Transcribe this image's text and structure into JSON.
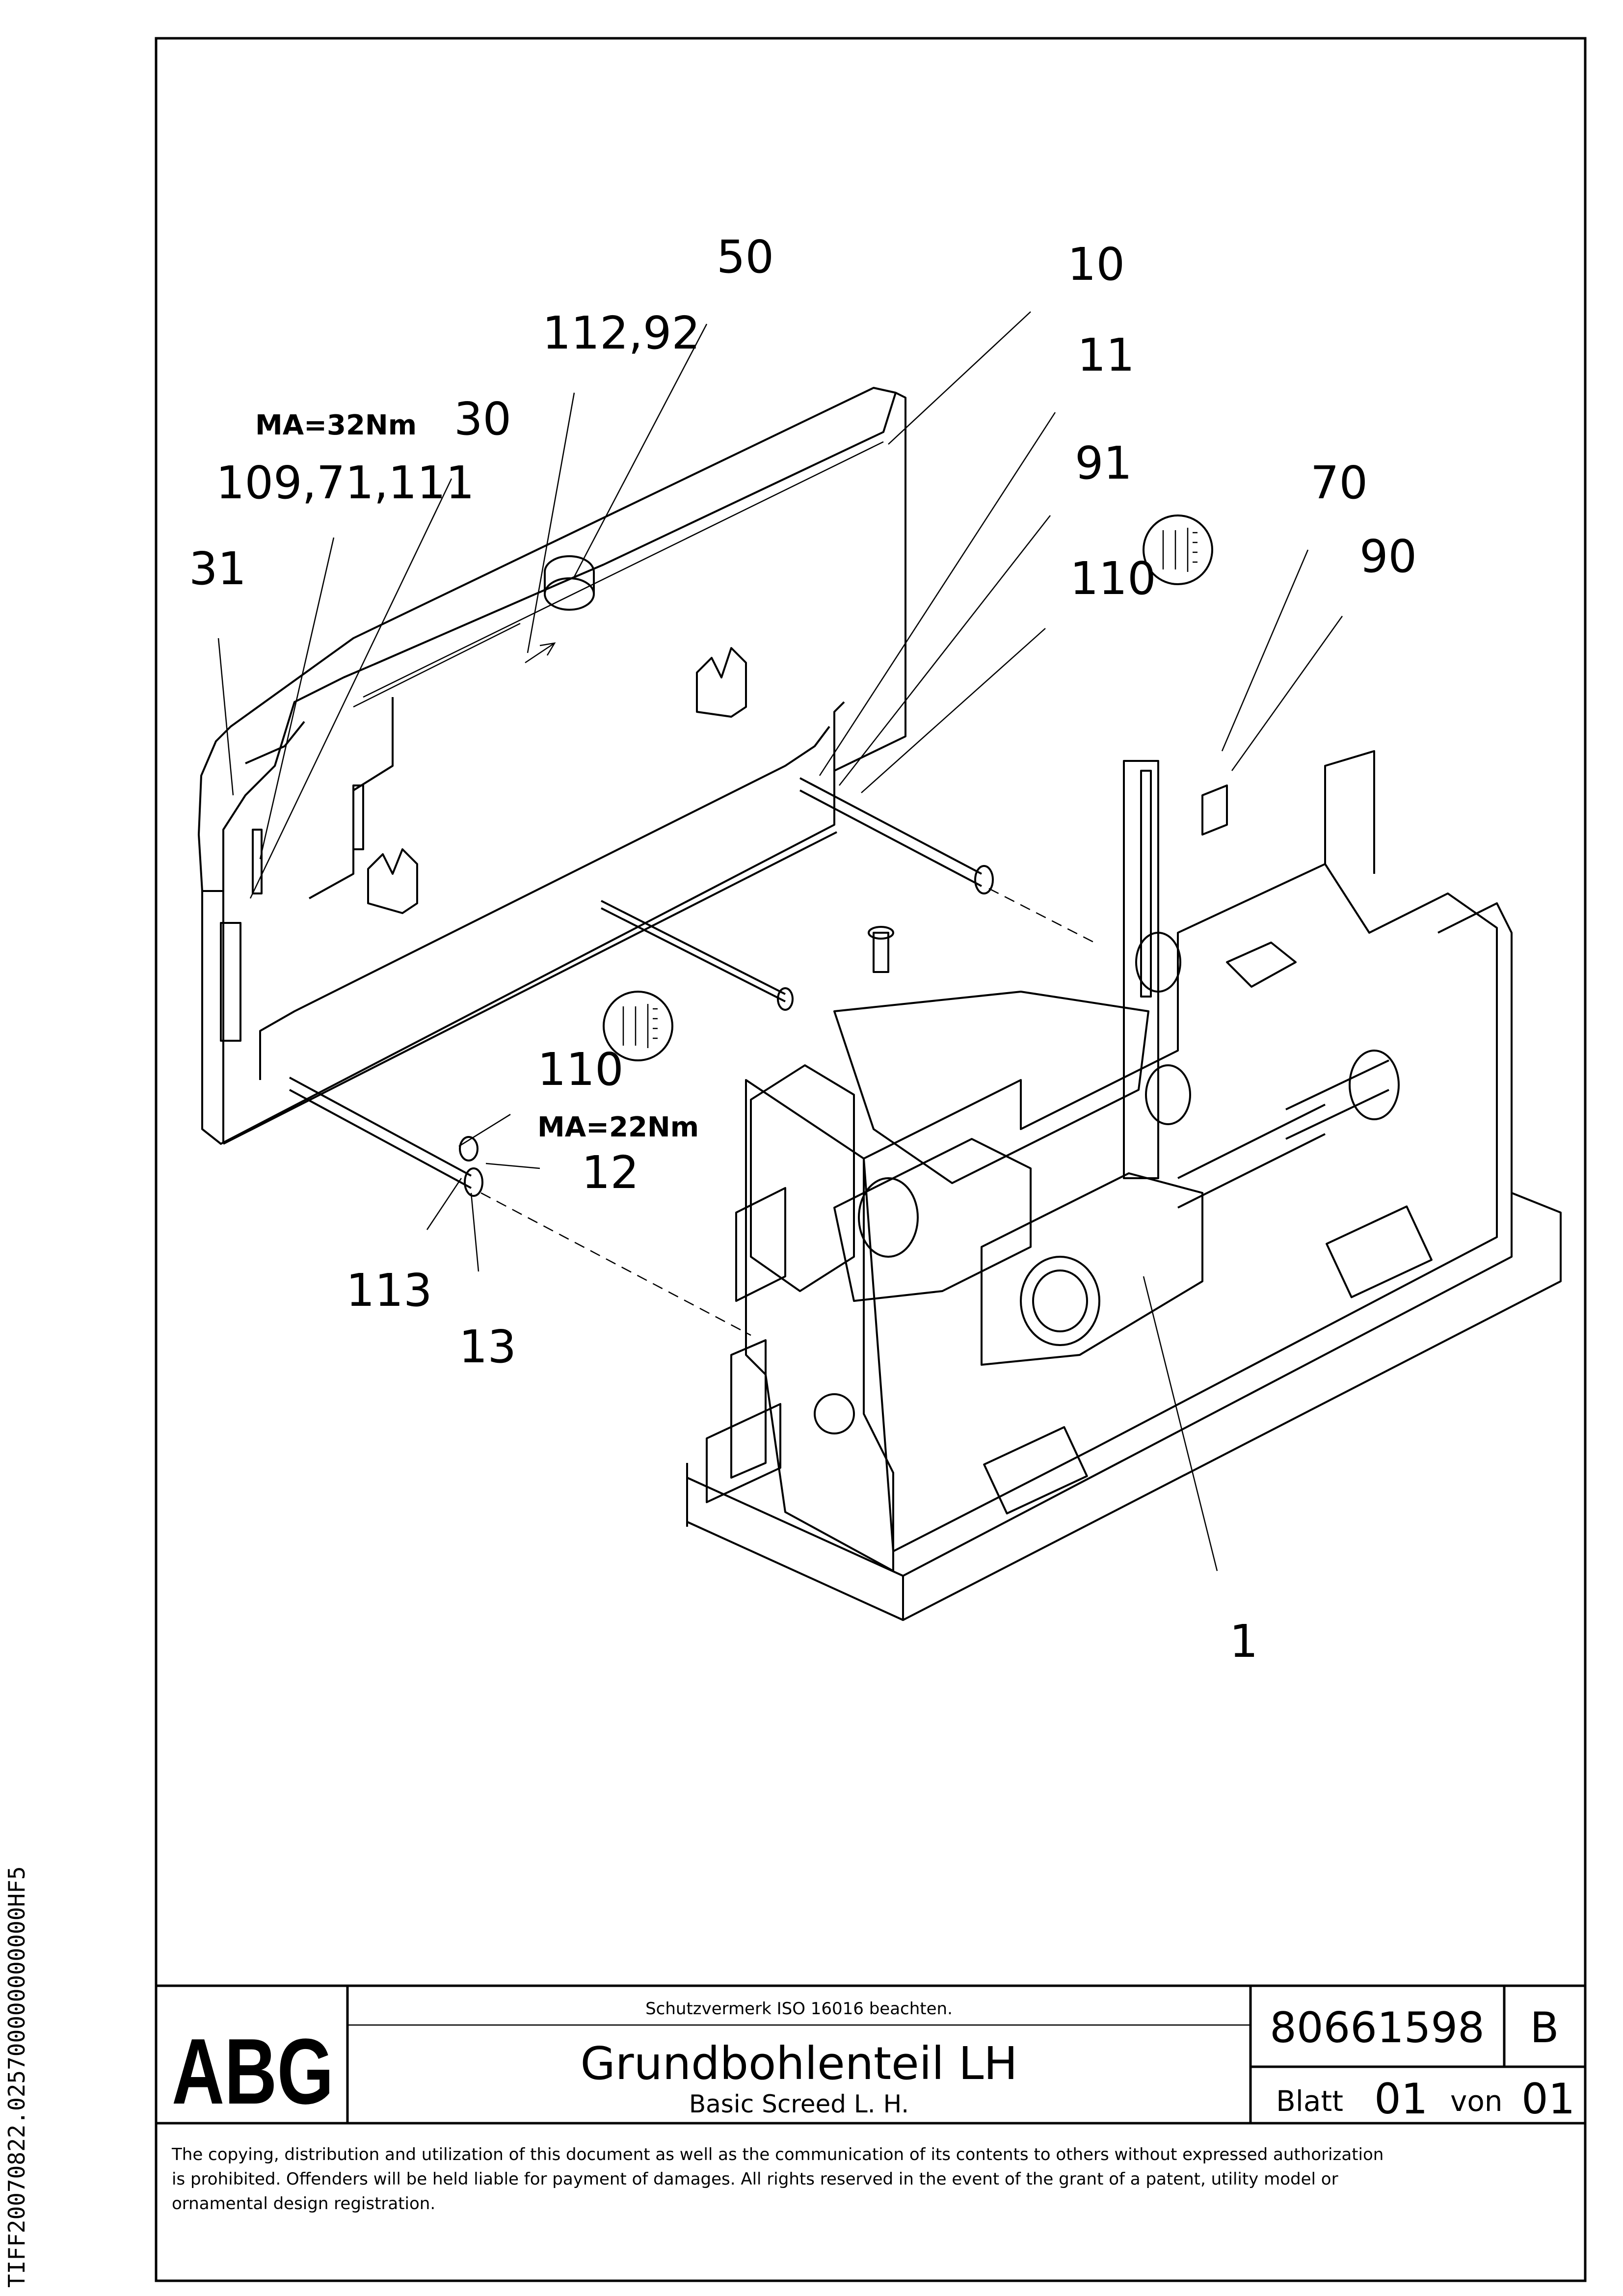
{
  "callouts": [
    {
      "text": "50"
    },
    {
      "text": "10"
    },
    {
      "text": "112,92"
    },
    {
      "text": "11"
    },
    {
      "text": "30"
    },
    {
      "text": "109,71,111"
    },
    {
      "text": "91"
    },
    {
      "text": "70"
    },
    {
      "text": "31"
    },
    {
      "text": "90"
    },
    {
      "text": "110"
    },
    {
      "text": "110"
    },
    {
      "text": "12"
    },
    {
      "text": "113"
    },
    {
      "text": "13"
    },
    {
      "text": "1"
    }
  ],
  "torques": [
    {
      "text": "MA=32Nm"
    },
    {
      "text": "MA=22Nm"
    }
  ],
  "title_block": {
    "logo": "ABG",
    "protection_note": "Schutzvermerk ISO 16016 beachten.",
    "title_de": "Grundbohlenteil LH",
    "title_en": "Basic Screed L. H.",
    "drawing_number": "80661598",
    "revision": "B",
    "sheet_label": "Blatt",
    "sheet_number": "01",
    "of_label": "von",
    "sheet_total": "01"
  },
  "copyright": {
    "line1": "The copying, distribution and utilization of this document as well as the communication of its contents to others without expressed authorization",
    "line2": "is prohibited. Offenders will be held liable for payment of damages. All rights reserved in the event of the grant of a patent, utility model or",
    "line3": "ornamental design registration."
  },
  "side_code": "TIFF20070822.025700000000000HF5"
}
